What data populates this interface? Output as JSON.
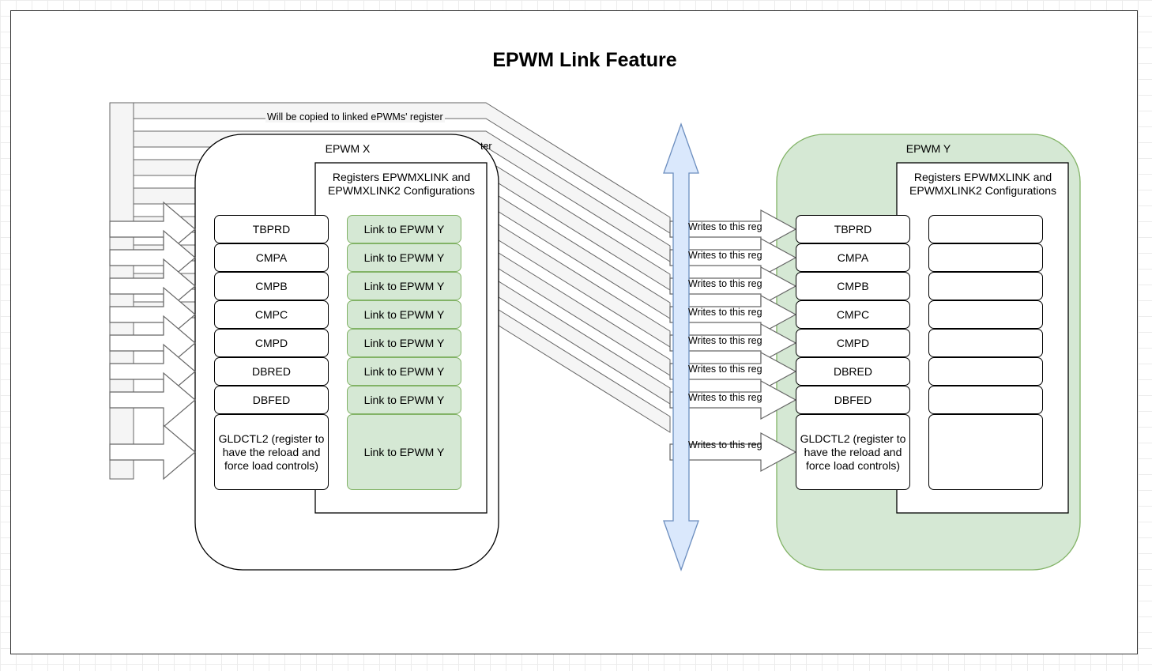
{
  "diagram": {
    "title": "EPWM Link Feature",
    "copy_label": "Will be copied to linked ePWMs' register",
    "copy_label_hidden_fragment": "ter",
    "writes_label": "Writes to this reg",
    "epwm_x": {
      "label": "EPWM X",
      "config_title": "Registers EPWMXLINK and  EPWMXLINK2 Configurations",
      "registers": [
        "TBPRD",
        "CMPA",
        "CMPB",
        "CMPC",
        "CMPD",
        "DBRED",
        "DBFED",
        "GLDCTL2 (register to have the reload and force load controls)"
      ],
      "links": [
        "Link to EPWM Y",
        "Link to EPWM Y",
        "Link to EPWM Y",
        "Link to EPWM Y",
        "Link to EPWM Y",
        "Link to EPWM Y",
        "Link to EPWM Y",
        "Link to EPWM Y"
      ]
    },
    "epwm_y": {
      "label": "EPWM Y",
      "config_title": "Registers EPWMXLINK and  EPWMXLINK2 Configurations",
      "registers": [
        "TBPRD",
        "CMPA",
        "CMPB",
        "CMPC",
        "CMPD",
        "DBRED",
        "DBFED",
        "GLDCTL2 (register to have the reload and force load controls)"
      ],
      "links": [
        "",
        "",
        "",
        "",
        "",
        "",
        "",
        ""
      ]
    },
    "colors": {
      "green_fill": "#d5e8d4",
      "green_stroke": "#82b366",
      "arrow_fill": "#f5f5f5",
      "arrow_stroke": "#666666",
      "double_arrow_fill": "#dae8fc",
      "double_arrow_stroke": "#6c8ebf"
    }
  }
}
